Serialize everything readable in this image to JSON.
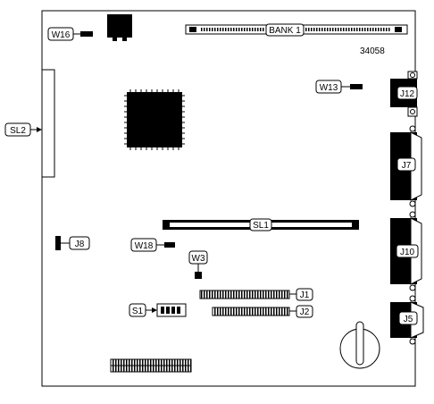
{
  "figure_code": "34058",
  "labels": {
    "bank1": "BANK 1",
    "w16": "W16",
    "w13": "W13",
    "w18": "W18",
    "w3": "W3",
    "sl1": "SL1",
    "sl2": "SL2",
    "j1": "J1",
    "j2": "J2",
    "j5": "J5",
    "j7": "J7",
    "j8": "J8",
    "j10": "J10",
    "j12": "J12",
    "s1": "S1"
  },
  "colors": {
    "line": "#000000",
    "fill_dark": "#000000",
    "background": "#ffffff"
  }
}
